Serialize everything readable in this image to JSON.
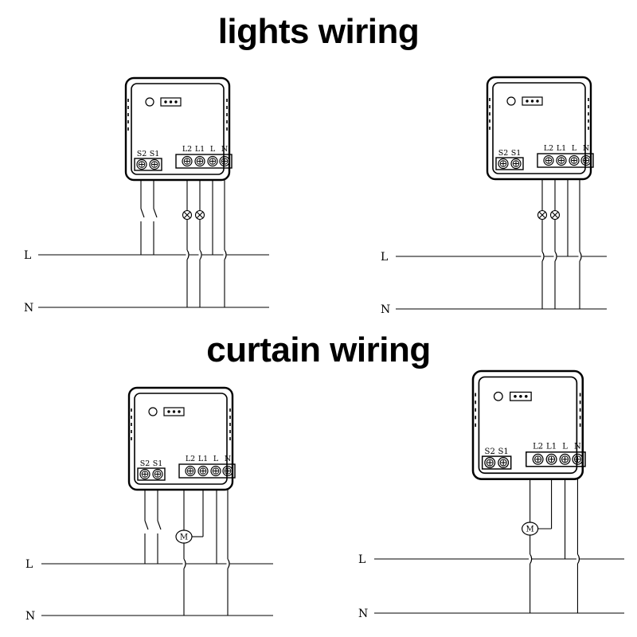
{
  "titles": {
    "lights": "lights wiring",
    "curtain": "curtain wiring"
  },
  "terminals": {
    "s2": "S2",
    "s1": "S1",
    "l2": "L2",
    "l1": "L1",
    "l": "L",
    "n": "N"
  },
  "bus": {
    "live": "L",
    "neutral": "N"
  },
  "motor_label": "M",
  "icons": {
    "led": "led-indicator-icon",
    "connector": "three-pin-connector-icon",
    "screw": "screw-terminal-icon",
    "lamp": "lamp-icon",
    "switch": "switch-icon",
    "motor": "motor-icon"
  },
  "colors": {
    "line": "#000000",
    "background": "#ffffff"
  }
}
